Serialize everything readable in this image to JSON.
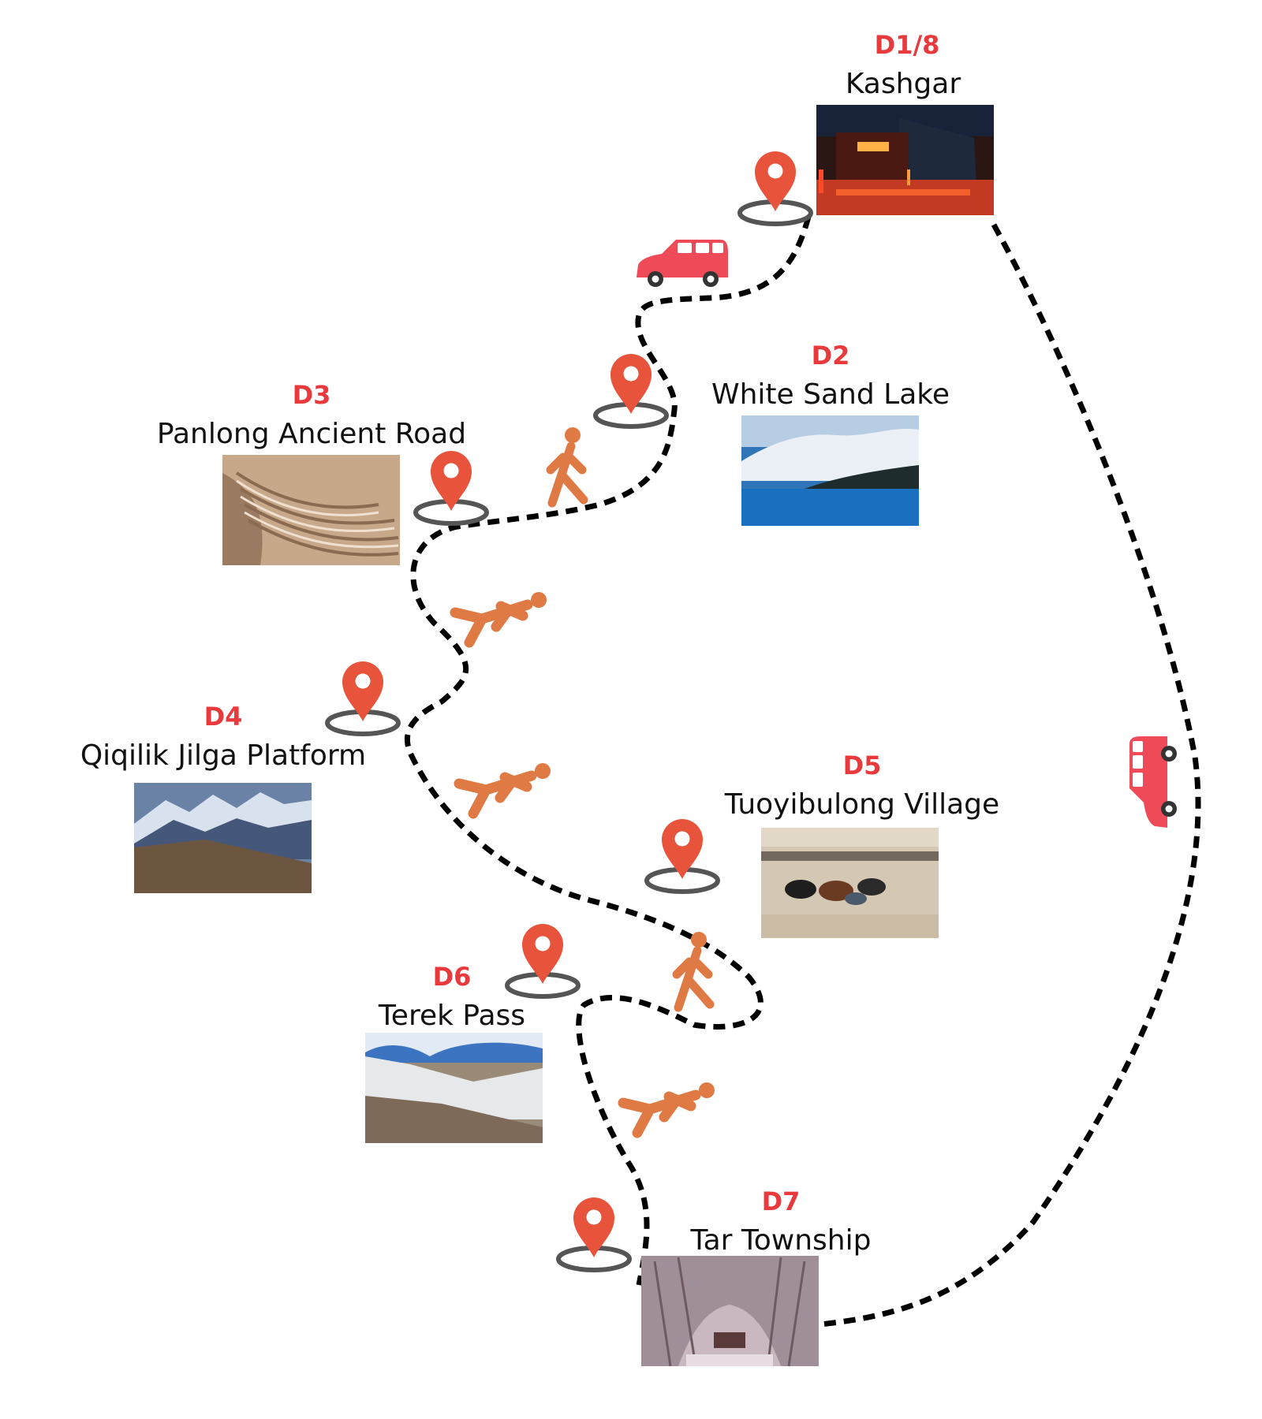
{
  "stops": [
    {
      "id": "kashgar",
      "day": "D1/8",
      "name": "Kashgar",
      "photo": "kashgar-night-gate-photo"
    },
    {
      "id": "white-sand-lake",
      "day": "D2",
      "name": "White Sand Lake",
      "photo": "white-sand-lake-photo"
    },
    {
      "id": "panlong",
      "day": "D3",
      "name": "Panlong Ancient Road",
      "photo": "panlong-switchback-road-photo"
    },
    {
      "id": "qiqilik",
      "day": "D4",
      "name": "Qiqilik Jilga Platform",
      "photo": "qiqilik-mountain-photo"
    },
    {
      "id": "tuoyibulong",
      "day": "D5",
      "name": "Tuoyibulong Village",
      "photo": "tuoyibulong-yak-herd-photo"
    },
    {
      "id": "terek",
      "day": "D6",
      "name": "Terek Pass",
      "photo": "terek-pass-snow-photo"
    },
    {
      "id": "tar",
      "day": "D7",
      "name": "Tar Township",
      "photo": "tar-township-tree-tunnel-photo"
    }
  ],
  "icons": [
    "map-pin-icon",
    "red-van-icon",
    "hiker-icon",
    "route-dashed-line"
  ],
  "colors": {
    "day_label": "#e8393d",
    "pin": "#e8543b",
    "hiker": "#e07a45",
    "van": "#ee4a58",
    "route": "#000000"
  }
}
